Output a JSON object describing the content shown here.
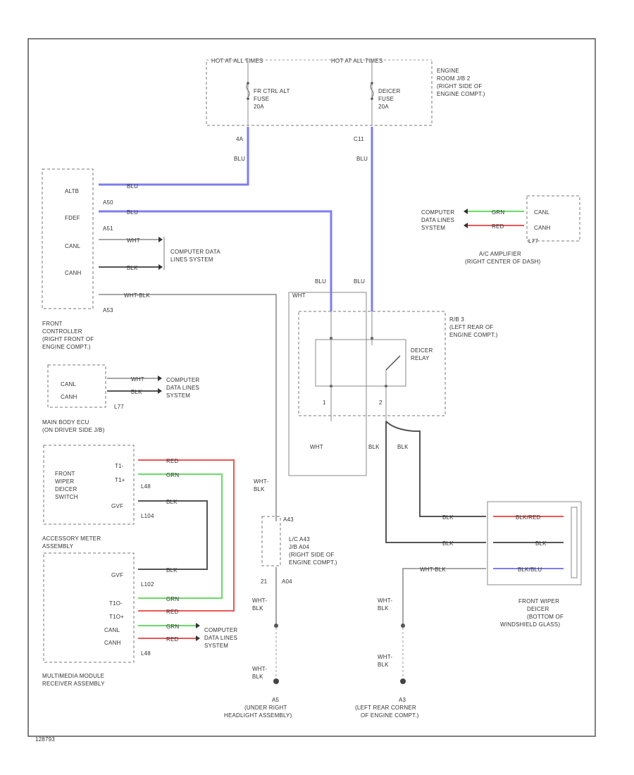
{
  "page_id": "128793",
  "fuses": {
    "hot_1": "HOT AT ALL TIMES",
    "hot_2": "HOT AT ALL TIMES",
    "location": [
      "ENGINE",
      "ROOM J/B 2",
      "(RIGHT SIDE OF",
      "ENGINE COMPT.)"
    ],
    "fuse1": [
      "FR CTRL ALT",
      "FUSE",
      "20A"
    ],
    "fuse2": [
      "DEICER",
      "FUSE",
      "20A"
    ],
    "pin1": "4A",
    "pin2": "C11"
  },
  "front_controller": {
    "pins": [
      "ALTB",
      "FDEF",
      "CANL",
      "CANH"
    ],
    "conn_a1": "A50",
    "conn_a2": "A51",
    "conn_a3": "A53",
    "label": [
      "FRONT",
      "CONTROLLER",
      "(RIGHT FRONT OF",
      "ENGINE COMPT.)"
    ],
    "cdl": [
      "COMPUTER DATA",
      "LINES SYSTEM"
    ]
  },
  "main_body": {
    "pins": [
      "CANL",
      "CANH"
    ],
    "label": [
      "MAIN BODY ECU",
      "(ON DRIVER SIDE J/B)"
    ],
    "cdl": [
      "COMPUTER",
      "DATA LINES",
      "SYSTEM"
    ],
    "conn": "L77"
  },
  "ac_amp": {
    "pins": [
      "CANL",
      "CANH"
    ],
    "label": [
      "A/C AMPLIFIER",
      "(RIGHT CENTER OF DASH)"
    ],
    "cdl": [
      "COMPUTER",
      "DATA LINES",
      "SYSTEM"
    ],
    "conn": "L77"
  },
  "relay": {
    "label": [
      "R/B 3",
      "(LEFT REAR OF",
      "ENGINE COMPT.)"
    ],
    "relay_name": [
      "DEICER",
      "RELAY"
    ],
    "pin1": "1",
    "pin2": "2"
  },
  "wiper_switch": {
    "label": [
      "FRONT",
      "WIPER",
      "DEICER",
      "SWITCH"
    ],
    "pins": [
      "T1-",
      "T1+",
      "GVF"
    ],
    "conn1": "L48",
    "conn2": "L104"
  },
  "meter": {
    "label": [
      "ACCESSORY METER",
      "ASSEMBLY"
    ],
    "pins": [
      "GVF",
      "T1O-",
      "T1O+"
    ],
    "conn": "L102"
  },
  "multimedia": {
    "label": [
      "MULTIMEDIA MODULE",
      "RECEIVER ASSEMBLY"
    ],
    "pins": [
      "CANL",
      "CANH"
    ],
    "conn": "L48",
    "cdl": [
      "COMPUTER",
      "DATA LINES",
      "SYSTEM"
    ]
  },
  "jb": {
    "label": [
      "L/C A43",
      "J/B A04",
      "(RIGHT SIDE OF",
      "ENGINE COMPT.)"
    ],
    "pin1": "A43",
    "pin2": "21",
    "pin3": "A04"
  },
  "deicer": {
    "label": [
      "FRONT WIPER",
      "DEICER",
      "(BOTTOM OF",
      "WINDSHIELD GLASS)"
    ],
    "wire1": "BLK/RED",
    "wire2": "BLK",
    "wire3": "BLK/BLU"
  },
  "grounds": {
    "g1": [
      "A5",
      "(UNDER RIGHT",
      "HEADLIGHT ASSEMBLY)"
    ],
    "g2": [
      "A3",
      "(LEFT REAR CORNER",
      "OF ENGINE COMPT.)"
    ]
  },
  "wires": {
    "blu": "BLU",
    "wht": "WHT",
    "blk": "BLK",
    "grn": "GRN",
    "red": "RED",
    "wht_blk": "WHT-BLK",
    "wht_blk_stack": [
      "WHT-",
      "BLK"
    ]
  },
  "colors": {
    "blu": "#7d7df0",
    "grn": "#66dd66",
    "red": "#ee5555",
    "blk": "#555555"
  }
}
